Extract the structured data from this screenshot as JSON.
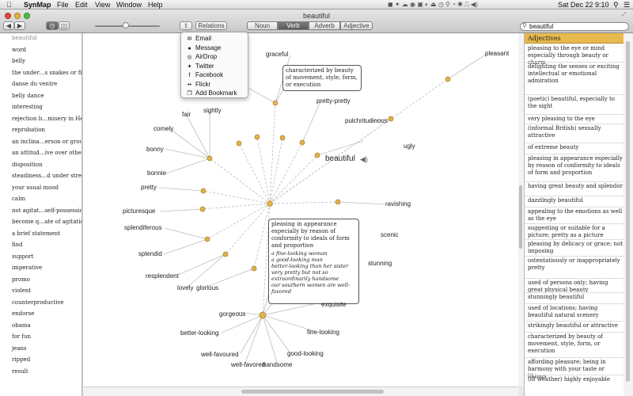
{
  "menubar": {
    "apple": "",
    "app_name": "SynMap",
    "items": [
      "File",
      "Edit",
      "View",
      "Window",
      "Help"
    ],
    "clock": "Sat Dec 22  9:10"
  },
  "window": {
    "title": "beautiful"
  },
  "toolbar": {
    "relations_label": "Relations",
    "pos_tabs": [
      "Noun",
      "Verb",
      "Adverb",
      "Adjective"
    ],
    "selected_tab": "Verb",
    "search_value": "beautiful"
  },
  "share_menu": {
    "items": [
      {
        "icon": "mail-icon",
        "glyph": "✉",
        "label": "Email"
      },
      {
        "icon": "message-icon",
        "glyph": "●",
        "label": "Message"
      },
      {
        "icon": "airdrop-icon",
        "glyph": "◎",
        "label": "AirDrop"
      },
      {
        "icon": "twitter-icon",
        "glyph": "✦",
        "label": "Twitter"
      },
      {
        "icon": "facebook-icon",
        "glyph": "f",
        "label": "Facebook"
      },
      {
        "icon": "flickr-icon",
        "glyph": "••",
        "label": "Flickr"
      },
      {
        "icon": "bookmark-icon",
        "glyph": "❐",
        "label": "Add Bookmark"
      }
    ]
  },
  "history": [
    "beautiful",
    "word",
    "belly",
    "the under…s snakes or fish",
    "danse du ventre",
    "belly dance",
    "interesting",
    "rejection b…misery in Hell",
    "reprobation",
    "an inclina…erson or group",
    "an attitud…ive over others",
    "disposition",
    "steadiness…d under stress",
    "your usual mood",
    "calm",
    "not agitat…self-possession",
    "become q…ate of agitation",
    "a brief statement",
    "find",
    "support",
    "imperative",
    "promo",
    "violent",
    "counterproductive",
    "endorse",
    "obama",
    "for fun",
    "jeans",
    "ripped",
    "result"
  ],
  "graph": {
    "center_word": "beautiful",
    "words": [
      "graceful",
      "pleasant",
      "pretty-pretty",
      "pulchritudinous",
      "ugly",
      "fair",
      "sightly",
      "comely",
      "bonny",
      "bonnie",
      "pretty",
      "picturesque",
      "splendiferous",
      "splendid",
      "resplendent",
      "lovely",
      "glorious",
      "gorgeous",
      "better-looking",
      "well-favoured",
      "well-favored",
      "handsome",
      "good-looking",
      "fine-looking",
      "exquisite",
      "stunning",
      "scenic",
      "ravishing"
    ],
    "callout_top": "characterized by beauty of movement, style, form, or execution",
    "callout_main": {
      "definition": "pleasing in appearance especially by reason of conformity to ideals of form and proportion",
      "examples": [
        "a fine-looking woman",
        "a good-looking man",
        "better-looking than her sister",
        "very pretty but not so extraordinarily handsome",
        "our southern women are well-favored"
      ]
    }
  },
  "definitions": {
    "header": "Adjectives",
    "items": [
      "pleasing to the eye or mind especially through beauty or charm",
      "delighting the senses or exciting intellectual or emotional admiration",
      "(poetic) beautiful, especially to the sight",
      "very pleasing to the eye",
      "(informal British) sexually attractive",
      "of extreme beauty",
      "pleasing in appearance especially by reason of conformity to ideals of form and proportion",
      "having great beauty and splendor",
      "dazzlingly beautiful",
      "appealing to the emotions as well as the eye",
      "suggesting or suitable for a picture; pretty as a picture",
      "pleasing by delicacy or grace; not imposing",
      "ostentatiously or inappropriately pretty",
      "used of persons only; having great physical beauty",
      "stunningly beautiful",
      "used of locations; having beautiful natural scenery",
      "strikingly beautiful or attractive",
      "characterized by beauty of movement, style, form, or execution",
      "affording pleasure; being in harmony with your taste or likings",
      "(of weather) highly enjoyable"
    ]
  },
  "colors": {
    "accent": "#e7b94e",
    "node": "#e2b14a",
    "node_stroke": "#a8812b",
    "edge": "#bdbdbd"
  }
}
